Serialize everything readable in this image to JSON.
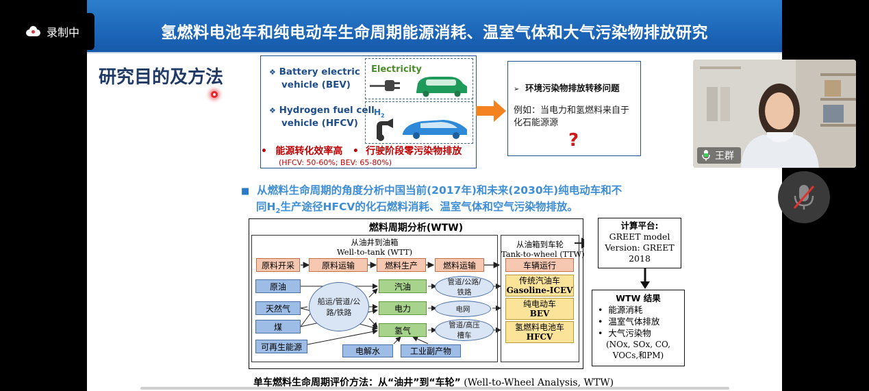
{
  "recording": {
    "label": "录制中",
    "icon": "cloud-recording-icon"
  },
  "slide": {
    "title": "氢燃料电池车和纯电动车生命周期能源消耗、温室气体和大气污染物排放研究",
    "section_title": "研究目的及方法",
    "vehicles": {
      "bev_line1": "Battery electric",
      "bev_line2": "vehicle (BEV)",
      "electricity_label": "Electricity",
      "hfcv_line1": "Hydrogen fuel cell",
      "hfcv_line2": "vehicle (HFCV)",
      "h2_label": "H2",
      "benefit1": "能源转化效率高",
      "benefit2": "行驶阶段零污染物排放",
      "efficiency_note": "(HFCV: 50-60%; BEV: 65-80%)"
    },
    "issue": {
      "heading": "环境污染物排放转移问题",
      "example_line1": "例如：当电力和氢燃料来自于",
      "example_line2": "化石能源源",
      "question_mark": "?"
    },
    "objective": {
      "line1": "从燃料生命周期的角度分析中国当前(2017年)和未来(2030年)纯电动车和不",
      "line2_pre": "同H",
      "line2_sub": "2",
      "line2_post": "生产途径HFCV的化石燃料消耗、温室气体和空气污染物排放。"
    },
    "wtw": {
      "title": "燃料周期分析(WTW)",
      "wtt_title_cn": "从油井到油箱",
      "wtt_title_en": "Well-to-tank (WTT)",
      "ttw_title_cn": "从油箱到车轮",
      "ttw_title_en": "Tank-to-wheel (TTW)",
      "stages": [
        "原料开采",
        "原料运输",
        "燃料生产",
        "燃料运输"
      ],
      "stage_ttw": "车辆运行",
      "feedstocks": [
        "原油",
        "天然气",
        "煤",
        "可再生能源"
      ],
      "transport": "船运/管道/公路/铁路",
      "fuels": [
        "汽油",
        "电力",
        "氢气"
      ],
      "fuel_transport": [
        "管道/公路/铁路",
        "电网",
        "管道/高压槽车"
      ],
      "h2_sources": [
        "电解水",
        "工业副产物"
      ],
      "vehicles": [
        {
          "cn": "传统汽油车",
          "en": "Gasoline-ICEV"
        },
        {
          "cn": "纯电动车",
          "en": "BEV"
        },
        {
          "cn": "氢燃料电池车",
          "en": "HFCV"
        }
      ]
    },
    "platform": {
      "title": "计算平台:",
      "line1": "GREET model",
      "line2": "Version: GREET",
      "line3": "2018"
    },
    "results": {
      "title": "WTW 结果",
      "items": [
        "能源消耗",
        "温室气体排放",
        "大气污染物"
      ],
      "pollutants_line1": "(NOx, SOx, CO,",
      "pollutants_line2": "VOCs,和PM)"
    },
    "caption_bold": "单车燃料生命周期评价方法：从“油井”到“车轮”",
    "caption_en": "(Well-to-Wheel Analysis, WTW)"
  },
  "participant": {
    "name": "王群",
    "mic_state": "on",
    "mic_button_state": "muted"
  },
  "colors": {
    "banner": "#1b63b6",
    "section_title": "#1f3a66",
    "accent_red": "#c00000",
    "arrow_orange": "#f58220"
  }
}
